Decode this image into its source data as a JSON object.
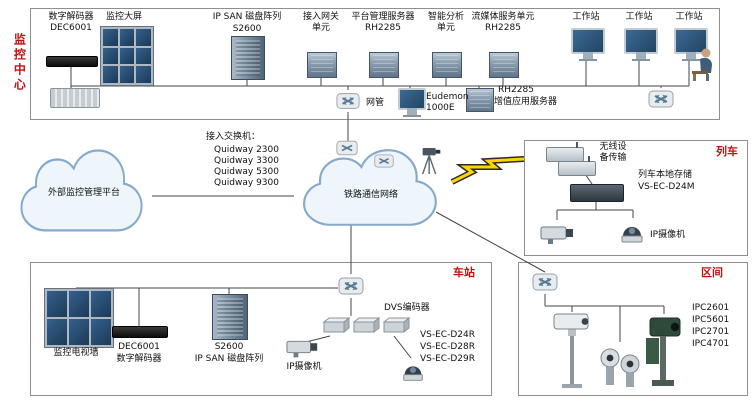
{
  "mc": {
    "title": "监控中心",
    "decoder_name": "数字解码器",
    "decoder_model": "DEC6001",
    "big_screen": "监控大屏",
    "ipsan_name": "IP SAN 磁盘阵列",
    "ipsan_model": "S2600",
    "gateway_unit": "接入网关单元",
    "platform_server": "平台管理服务器",
    "platform_model": "RH2285",
    "analysis_unit": "智能分析单元",
    "streaming_unit": "流媒体服务单元",
    "streaming_model": "RH2285",
    "workstation1": "工作站",
    "workstation2": "工作站",
    "workstation3": "工作站",
    "net_mgmt": "网管",
    "firewall": "Eudemon 1000E",
    "va_model": "RH2285",
    "va_server": "增值应用服务器"
  },
  "middle": {
    "switch_title": "接入交换机：",
    "switches": [
      "Quidway 2300",
      "Quidway 3300",
      "Quidway 5300",
      "Quidway 9300"
    ],
    "external_platform": "外部监控管理平台",
    "railway_network": "铁路通信网络"
  },
  "train": {
    "title": "列车",
    "wireless": "无线设备传输",
    "storage_name": "列车本地存储",
    "storage_model": "VS-EC-D24M",
    "camera_label": "IP摄像机"
  },
  "station": {
    "title": "车站",
    "tv_wall": "监控电视墙",
    "decoder_model": "DEC6001",
    "decoder_name": "数字解码器",
    "ipsan_model": "S2600",
    "ipsan_name": "IP SAN 磁盘阵列",
    "dvs_label": "DVS编码器",
    "dvs_models": [
      "VS-EC-D24R",
      "VS-EC-D28R",
      "VS-EC-D29R"
    ],
    "camera_label": "IP摄像机"
  },
  "interval": {
    "title": "区间",
    "camera_models": [
      "IPC2601",
      "IPC5601",
      "IPC2701",
      "IPC4701"
    ]
  }
}
